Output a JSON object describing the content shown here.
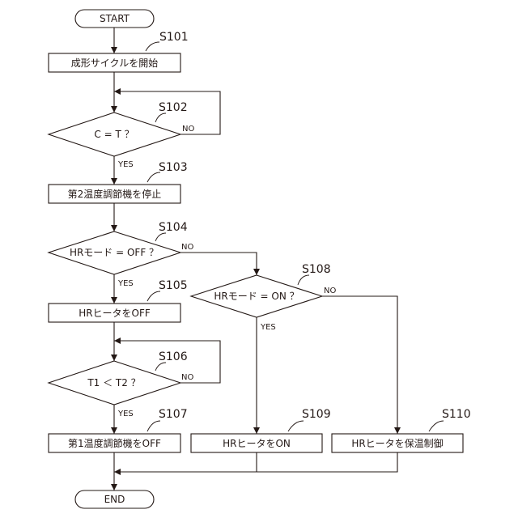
{
  "terminals": {
    "start": "START",
    "end": "END"
  },
  "steps": {
    "s101": {
      "id": "S101",
      "label": "成形サイクルを開始"
    },
    "s102": {
      "id": "S102",
      "question": "C = T ？",
      "yes": "YES",
      "no": "NO"
    },
    "s103": {
      "id": "S103",
      "label": "第2温度調節機を停止"
    },
    "s104": {
      "id": "S104",
      "question": "HRモード = OFF ？",
      "yes": "YES",
      "no": "NO"
    },
    "s105": {
      "id": "S105",
      "label": "HRヒータをOFF"
    },
    "s106": {
      "id": "S106",
      "question": "T1 ＜ T2 ？",
      "yes": "YES",
      "no": "NO"
    },
    "s107": {
      "id": "S107",
      "label": "第1温度調節機をOFF"
    },
    "s108": {
      "id": "S108",
      "question": "HRモード = ON ？",
      "yes": "YES",
      "no": "NO"
    },
    "s109": {
      "id": "S109",
      "label": "HRヒータをON"
    },
    "s110": {
      "id": "S110",
      "label": "HRヒータを保温制御"
    }
  }
}
